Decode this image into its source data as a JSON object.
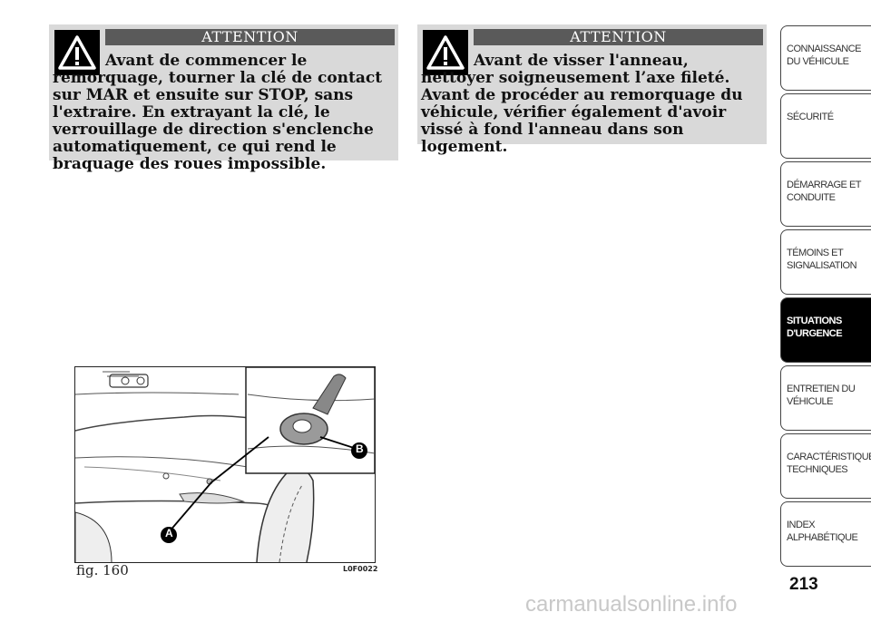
{
  "warnings": [
    {
      "title": "ATTENTION",
      "text": "Avant de commencer le remorquage, tourner la clé de contact sur MAR et ensuite sur STOP, sans l'extraire. En extrayant la clé, le verrouillage de direction s'enclenche automatiquement, ce qui rend le braquage des roues impossible."
    },
    {
      "title": "ATTENTION",
      "text": "Avant de visser l'anneau, nettoyer soigneusement l’axe fileté. Avant de procéder au remorquage du véhicule, vérifier également d'avoir vissé à fond l'anneau dans son logement."
    }
  ],
  "figure": {
    "caption": "fig. 160",
    "code": "L0F0022",
    "label_a": "A",
    "label_b": "B"
  },
  "tabs": [
    {
      "label": "CONNAISSANCE DU VÉHICULE"
    },
    {
      "label": "SÉCURITÉ"
    },
    {
      "label": "DÉMARRAGE ET CONDUITE"
    },
    {
      "label": "TÉMOINS ET SIGNALISATION"
    },
    {
      "label": "SITUATIONS D'URGENCE",
      "active": true
    },
    {
      "label": "ENTRETIEN DU VÉHICULE"
    },
    {
      "label": "CARACTÉRISTIQUES TECHNIQUES"
    },
    {
      "label": "INDEX ALPHABÉTIQUE"
    }
  ],
  "page_number": "213",
  "watermark": "carmanualsonline.info",
  "icons": {
    "warning": "warning-triangle-icon"
  }
}
